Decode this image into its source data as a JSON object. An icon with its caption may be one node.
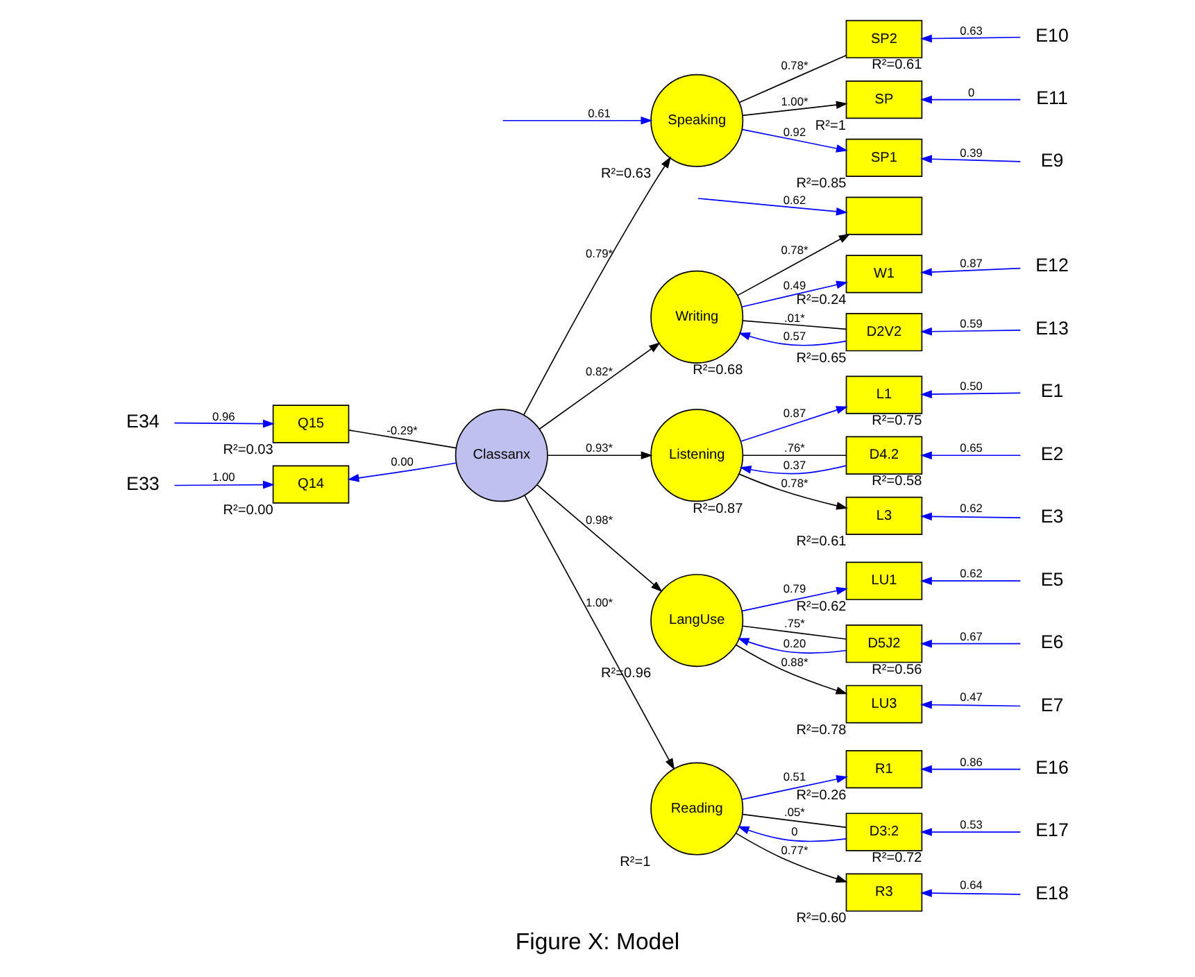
{
  "diagram": {
    "caption": "Figure X: Model",
    "nodes": [
      {
        "text": [
          "Q14"
        ],
        "beside": [
          "R²=0.00"
        ]
      },
      {
        "text": [
          "Q15"
        ],
        "beside": [
          "R²=0.03"
        ]
      },
      {
        "text": [
          "E33"
        ]
      },
      {
        "text": [
          "E34"
        ]
      },
      {
        "text": [
          "Classanx"
        ]
      },
      {
        "text": [
          "Listening"
        ],
        "beside": [
          "R²=0.87"
        ]
      },
      {
        "text": [
          "L1"
        ],
        "beside": [
          "R²=0.75"
        ]
      },
      {
        "text": [
          "D4.2"
        ],
        "beside": [
          "R²=0.58"
        ]
      },
      {
        "text": [
          "L3"
        ],
        "beside": [
          "R²=0.61"
        ]
      },
      {
        "text": [
          "E1"
        ]
      },
      {
        "text": [
          "E2"
        ]
      },
      {
        "text": [
          "E3"
        ]
      },
      {
        "text": [
          "LangUse"
        ],
        "beside": [
          "R²=0.96"
        ]
      },
      {
        "text": [
          "LU1"
        ],
        "beside": [
          "R²=0.62"
        ]
      },
      {
        "text": [
          "D5J2"
        ],
        "beside": [
          "R²=0.56"
        ]
      },
      {
        "text": [
          "LU3"
        ],
        "beside": [
          "R²=0.78"
        ]
      },
      {
        "text": [
          "E5"
        ]
      },
      {
        "text": [
          "E6"
        ]
      },
      {
        "text": [
          "E7"
        ]
      },
      {
        "text": [
          "Reading"
        ],
        "beside": [
          "R²=1"
        ]
      },
      {
        "text": [
          "R1"
        ],
        "beside": [
          "R²=0.26"
        ]
      },
      {
        "text": [
          "D3:2"
        ],
        "beside": [
          "R²=0.72"
        ]
      },
      {
        "text": [
          "R3"
        ],
        "beside": [
          "R²=0.60"
        ]
      },
      {
        "text": [
          "E16"
        ]
      },
      {
        "text": [
          "E17"
        ]
      },
      {
        "text": [
          "E18"
        ]
      },
      {
        "text": [
          "Speaking"
        ],
        "beside": [
          "R²=0.63"
        ]
      },
      {
        "text": [
          "SP1"
        ],
        "beside": [
          "R²=0.85"
        ]
      },
      {
        "text": [
          "SP2"
        ],
        "beside": [
          "R²=0.61"
        ]
      },
      {
        "text": [
          "SP"
        ],
        "beside": [
          "R²=1"
        ]
      },
      {
        "text": [
          "E9"
        ]
      },
      {
        "text": [
          "E10"
        ]
      },
      {
        "text": [
          "E11"
        ]
      },
      {
        "text": [
          "Writing"
        ],
        "beside": [
          "R²=0.68"
        ]
      },
      {
        "text": [
          "W1"
        ],
        "beside": [
          "R²=0.24"
        ]
      },
      {
        "text": [
          "D2V2"
        ],
        "beside": [
          "R²=0.65"
        ]
      },
      {
        "text": [],
        "shape": "box"
      },
      {
        "text": [
          "E12"
        ]
      },
      {
        "text": [
          "E13"
        ]
      }
    ],
    "edges": [
      {
        "from": 2,
        "to": 0,
        "arrow": "to",
        "label": "1.00"
      },
      {
        "from": 3,
        "to": 1,
        "arrow": "to",
        "label": "0.96"
      },
      {
        "from": 4,
        "to": 0,
        "arrow": "to",
        "label": "0.00"
      },
      {
        "from": 4,
        "to": 1,
        "arrow": "none",
        "label": "-0.29*",
        "color": "#000000"
      },
      {
        "from": 4,
        "to": 5,
        "arrow": "to",
        "label": "0.93*",
        "color": "#000000"
      },
      {
        "from": 4,
        "to": 12,
        "arrow": "to",
        "label": "0.98*",
        "color": "#000000"
      },
      {
        "from": 4,
        "to": 19,
        "arrow": "to",
        "label": "1.00*",
        "color": "#000000"
      },
      {
        "from": 4,
        "to": 26,
        "arrow": "to",
        "label": "0.79*",
        "color": "#000000"
      },
      {
        "from": 4,
        "to": 33,
        "arrow": "to",
        "label": "0.82*",
        "color": "#000000"
      },
      {
        "from": 5,
        "to": 6,
        "arrow": "to",
        "label": "0.87"
      },
      {
        "from": 5,
        "to": 7,
        "arrow": "none",
        "label": ".76*",
        "color": "#000000"
      },
      {
        "from": 7,
        "to": 5,
        "arrow": "to",
        "label": "0.37"
      },
      {
        "from": 5,
        "to": 8,
        "arrow": "to",
        "label": "0.78*",
        "color": "#000000"
      },
      {
        "from": 9,
        "to": 6,
        "arrow": "to",
        "label": "0.50"
      },
      {
        "from": 10,
        "to": 7,
        "arrow": "to",
        "label": "0.65"
      },
      {
        "from": 11,
        "to": 8,
        "arrow": "to",
        "label": "0.62"
      },
      {
        "from": 12,
        "to": 13,
        "arrow": "to",
        "label": "0.79"
      },
      {
        "from": 12,
        "to": 14,
        "arrow": "none",
        "label": ".75*",
        "color": "#000000"
      },
      {
        "from": 14,
        "to": 12,
        "arrow": "to",
        "label": "0.20"
      },
      {
        "from": 12,
        "to": 15,
        "arrow": "to",
        "label": "0.88*",
        "color": "#000000"
      },
      {
        "from": 16,
        "to": 13,
        "arrow": "to",
        "label": "0.62"
      },
      {
        "from": 17,
        "to": 14,
        "arrow": "to",
        "label": "0.67"
      },
      {
        "from": 18,
        "to": 15,
        "arrow": "to",
        "label": "0.47"
      },
      {
        "from": 19,
        "to": 20,
        "arrow": "to",
        "label": "0.51"
      },
      {
        "from": 19,
        "to": 21,
        "arrow": "none",
        "label": ".05*",
        "color": "#000000"
      },
      {
        "from": 21,
        "to": 19,
        "arrow": "to",
        "label": "0"
      },
      {
        "from": 19,
        "to": 22,
        "arrow": "to",
        "label": "0.77*",
        "color": "#000000"
      },
      {
        "from": 23,
        "to": 20,
        "arrow": "to",
        "label": "0.86"
      },
      {
        "from": 24,
        "to": 21,
        "arrow": "to",
        "label": "0.53"
      },
      {
        "from": 25,
        "to": 22,
        "arrow": "to",
        "label": "0.64"
      },
      {
        "from": null,
        "to": 26,
        "arrow": "to",
        "label": "0.61"
      },
      {
        "from": 26,
        "to": 27,
        "arrow": "to",
        "label": "0.92"
      },
      {
        "from": 26,
        "to": 28,
        "arrow": "none",
        "label": "0.78*",
        "color": "#000000"
      },
      {
        "from": 26,
        "to": 29,
        "arrow": "to",
        "label": "1.00*",
        "color": "#000000"
      },
      {
        "from": 30,
        "to": 27,
        "arrow": "to",
        "label": "0.39"
      },
      {
        "from": 31,
        "to": 28,
        "arrow": "to",
        "label": "0.63"
      },
      {
        "from": 32,
        "to": 29,
        "arrow": "to",
        "label": "0"
      },
      {
        "from": 33,
        "to": 34,
        "arrow": "to",
        "label": "0.49"
      },
      {
        "from": 33,
        "to": 35,
        "arrow": "none",
        "label": ".01*",
        "color": "#000000"
      },
      {
        "from": 35,
        "to": 33,
        "arrow": "to",
        "label": "0.57"
      },
      {
        "from": 33,
        "to": 36,
        "arrow": "to",
        "label": "0.78*",
        "color": "#000000"
      },
      {
        "from": 37,
        "to": 34,
        "arrow": "to",
        "label": "0.87"
      },
      {
        "from": 38,
        "to": 35,
        "arrow": "to",
        "label": "0.59"
      },
      {
        "from": null,
        "to": 36,
        "arrow": "to",
        "label": "0.62"
      }
    ]
  }
}
